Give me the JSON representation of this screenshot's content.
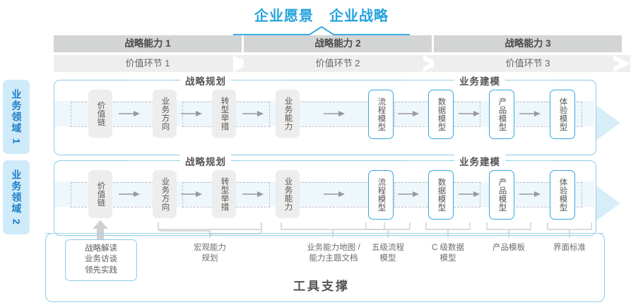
{
  "header": {
    "title_vision": "企业愿景",
    "title_strategy": "企业战略"
  },
  "capabilities": [
    {
      "label": "战略能力 1"
    },
    {
      "label": "战略能力 2"
    },
    {
      "label": "战略能力 3"
    }
  ],
  "value_links": [
    {
      "label": "价值环节 1"
    },
    {
      "label": "价值环节 2"
    },
    {
      "label": "价值环节 3"
    }
  ],
  "domains": [
    {
      "label": "业务领域 1"
    },
    {
      "label": "业务领域 2"
    }
  ],
  "sections": [
    {
      "label": "战略规划"
    },
    {
      "label": "业务建模"
    }
  ],
  "nodes": [
    {
      "label": "价值链",
      "style": "gray"
    },
    {
      "label": "业务方向",
      "style": "gray"
    },
    {
      "label": "转型举措",
      "style": "gray"
    },
    {
      "label": "业务能力",
      "style": "gray"
    },
    {
      "label": "流程模型",
      "style": "blue"
    },
    {
      "label": "数据模型",
      "style": "blue"
    },
    {
      "label": "产品模型",
      "style": "blue"
    },
    {
      "label": "体验模型",
      "style": "blue"
    }
  ],
  "tools": [
    {
      "label": "战略解读\n业务访谈\n领先实践",
      "boxed": true
    },
    {
      "label": "宏观能力\n规划",
      "boxed": false
    },
    {
      "label": "业务能力地图 /\n能力主题文档",
      "boxed": false
    },
    {
      "label": "五级流程\n模型",
      "boxed": false
    },
    {
      "label": "C 级数据\n模型",
      "boxed": false
    },
    {
      "label": "产品模板",
      "boxed": false
    },
    {
      "label": "界面标准",
      "boxed": false
    }
  ],
  "footer": {
    "label": "工具支撑"
  },
  "colors": {
    "accent": "#24a3dd",
    "band_capability": "#d3d4d4",
    "band_value": "#eeeeee",
    "domain_chip": "#cfeaf9",
    "node_blue_border": "#39a8de",
    "node_gray": "#ededed"
  }
}
